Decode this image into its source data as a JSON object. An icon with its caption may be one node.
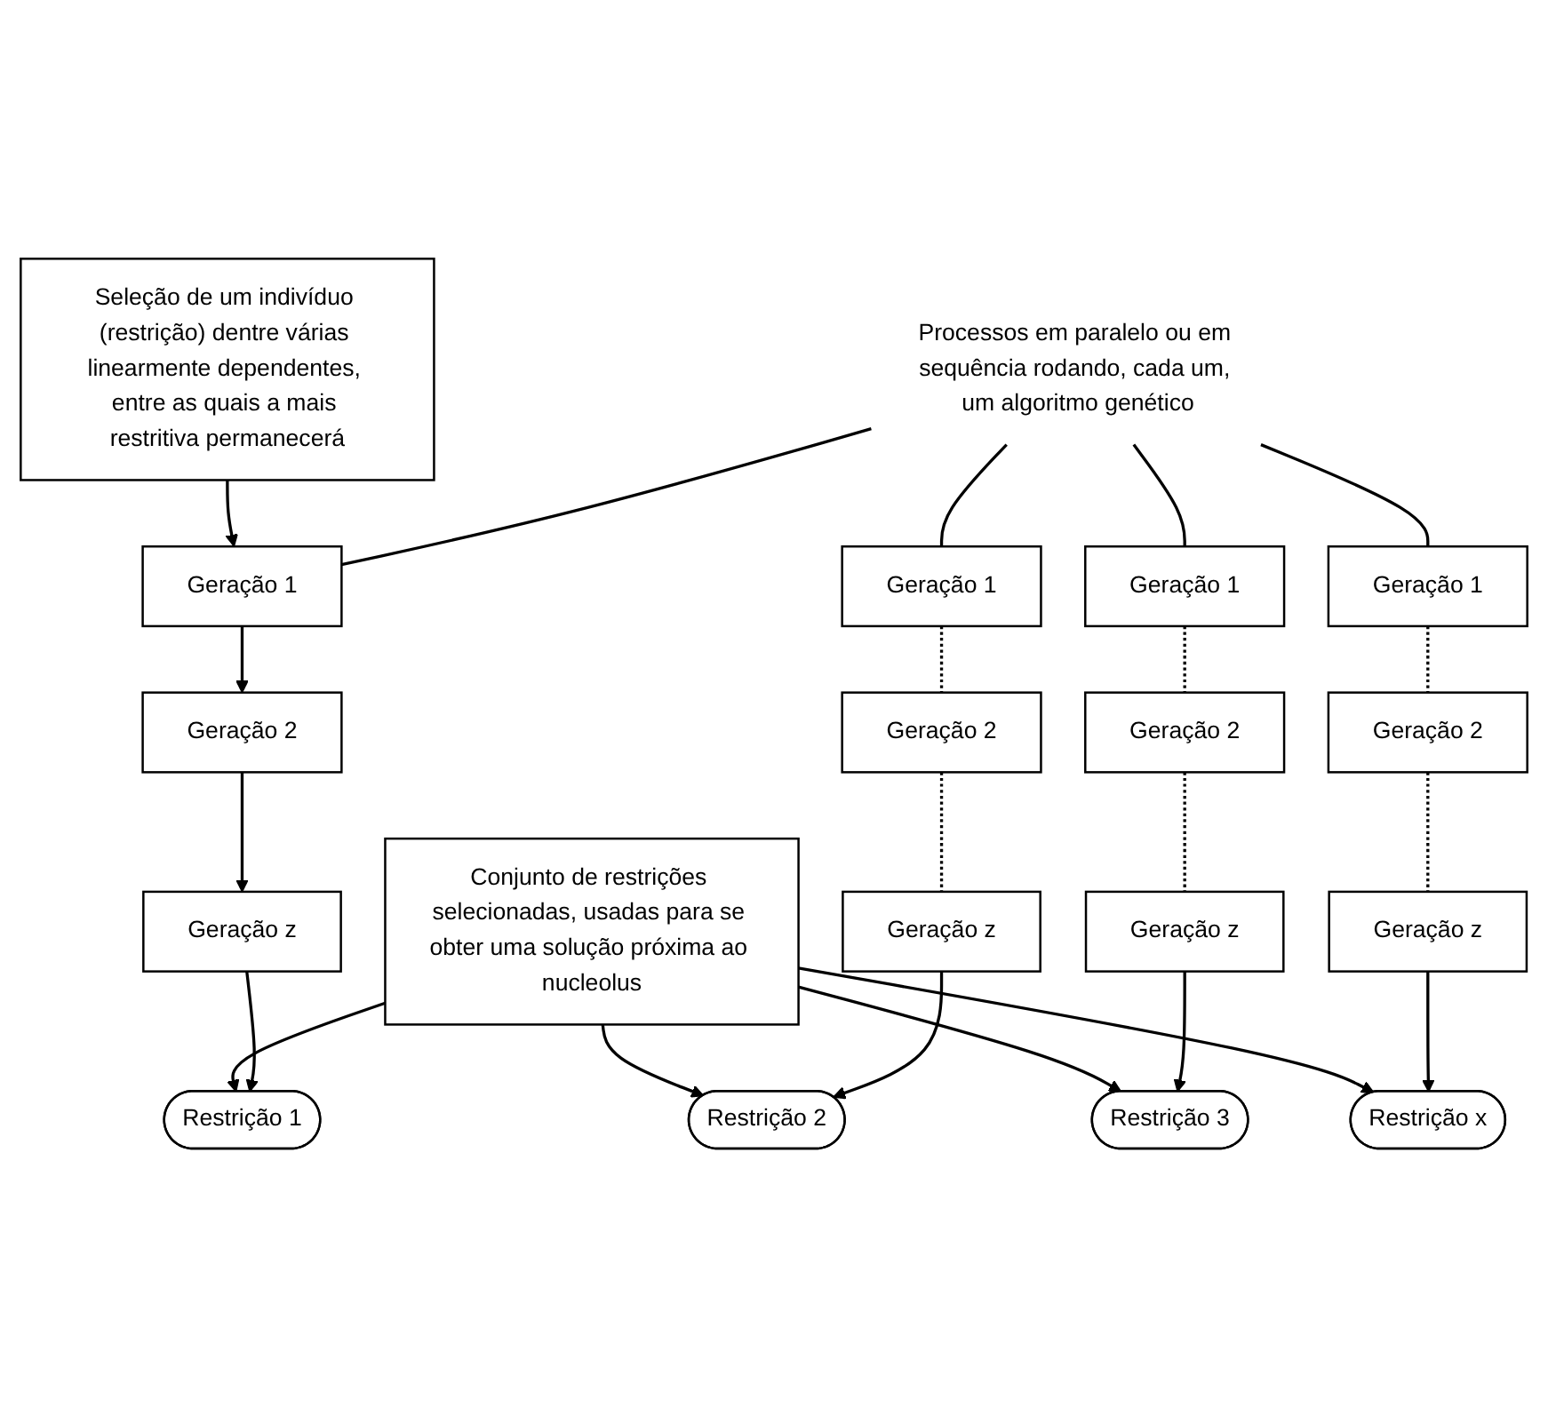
{
  "diagram": {
    "nodes": [
      {
        "text": [
          "Processos em paralelo ou em sequência rodando, cada um, um algoritmo genético"
        ]
      },
      {
        "text": [
          "Geração 1"
        ]
      },
      {
        "text": [
          "Geração 1"
        ]
      },
      {
        "text": [
          "Geração 1"
        ]
      },
      {
        "text": [
          "Geração 1"
        ]
      },
      {
        "text": [
          "Geração 2"
        ]
      },
      {
        "text": [
          "Geração 2"
        ]
      },
      {
        "text": [
          "Geração 2"
        ]
      },
      {
        "text": [
          "Geração 2"
        ]
      },
      {
        "text": [
          "Geração z"
        ]
      },
      {
        "text": [
          "Geração z"
        ]
      },
      {
        "text": [
          "Geração z"
        ]
      },
      {
        "text": [
          "Geração z"
        ]
      },
      {
        "text": [
          "Restrição 1"
        ]
      },
      {
        "text": [
          "Restrição 2"
        ]
      },
      {
        "text": [
          "Restrição 3"
        ]
      },
      {
        "text": [
          "Restrição x"
        ]
      },
      {
        "text": [
          "Seleção de um indivíduo (restrição) dentre várias linearmente dependentes, entre as quais a mais restritiva permanecerá"
        ]
      },
      {
        "text": [
          "Conjunto de restrições selecionadas, usadas para se obter uma solução próxima ao nucleolus"
        ]
      }
    ],
    "edges": [
      {
        "from": 0,
        "to": 1,
        "arrow": "none"
      },
      {
        "from": 0,
        "to": 2,
        "arrow": "none"
      },
      {
        "from": 0,
        "to": 3,
        "arrow": "none"
      },
      {
        "from": 0,
        "to": 4,
        "arrow": "none"
      },
      {
        "from": 17,
        "to": 1,
        "arrow": "to"
      },
      {
        "from": 1,
        "to": 5,
        "arrow": "to"
      },
      {
        "from": 2,
        "to": 6,
        "arrow": "none",
        "style": "dashed"
      },
      {
        "from": 3,
        "to": 7,
        "arrow": "none",
        "style": "dashed"
      },
      {
        "from": 4,
        "to": 8,
        "arrow": "none",
        "style": "dashed"
      },
      {
        "from": 5,
        "to": 9,
        "arrow": "to"
      },
      {
        "from": 6,
        "to": 10,
        "arrow": "none",
        "style": "dashed"
      },
      {
        "from": 7,
        "to": 11,
        "arrow": "none",
        "style": "dashed"
      },
      {
        "from": 8,
        "to": 12,
        "arrow": "none",
        "style": "dashed"
      },
      {
        "from": 9,
        "to": 13,
        "arrow": "to"
      },
      {
        "from": 10,
        "to": 14,
        "arrow": "to"
      },
      {
        "from": 11,
        "to": 15,
        "arrow": "to"
      },
      {
        "from": 12,
        "to": 16,
        "arrow": "to"
      },
      {
        "from": 18,
        "to": 13,
        "arrow": "to"
      },
      {
        "from": 18,
        "to": 14,
        "arrow": "to"
      },
      {
        "from": 18,
        "to": 15,
        "arrow": "to"
      },
      {
        "from": 18,
        "to": 16,
        "arrow": "to"
      }
    ]
  }
}
